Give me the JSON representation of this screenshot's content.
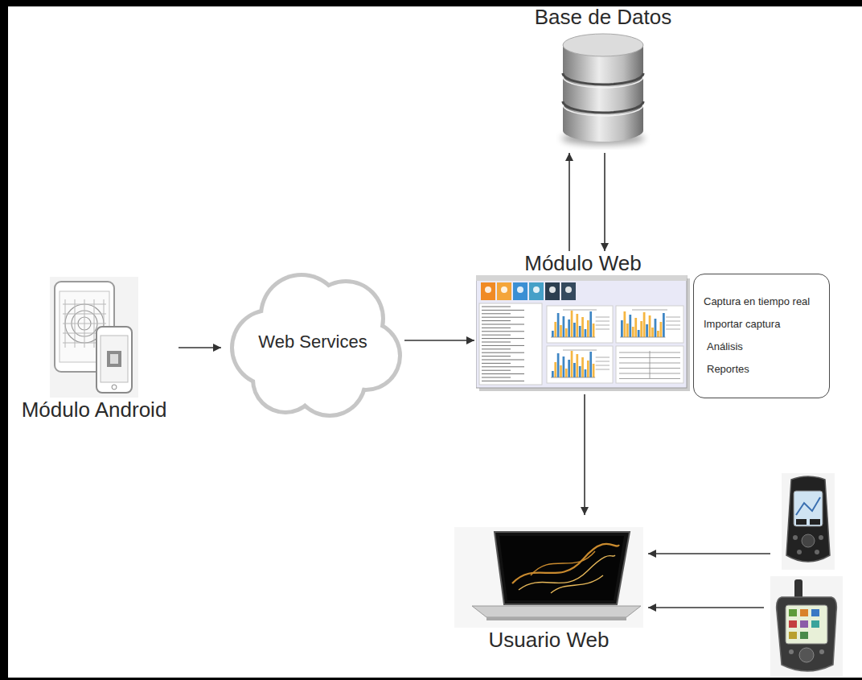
{
  "diagram": {
    "nodes": [
      {
        "text": [
          "Base de Datos"
        ]
      },
      {
        "text": [
          "Módulo Web"
        ]
      },
      {
        "text": [
          "Captura en tiempo real",
          "Importar captura",
          "Análisis",
          "Reportes"
        ]
      },
      {
        "text": [
          "Módulo Android"
        ]
      },
      {
        "text": [
          "Web Services"
        ]
      },
      {
        "text": [
          "Usuario Web"
        ]
      }
    ],
    "edges": [
      {
        "from": 1,
        "to": 0,
        "arrow": "to"
      },
      {
        "from": 0,
        "to": 1,
        "arrow": "to"
      },
      {
        "from": 3,
        "to": 4,
        "arrow": "to"
      },
      {
        "from": 4,
        "to": 1,
        "arrow": "to"
      },
      {
        "from": 1,
        "to": 5,
        "arrow": "to"
      }
    ]
  }
}
